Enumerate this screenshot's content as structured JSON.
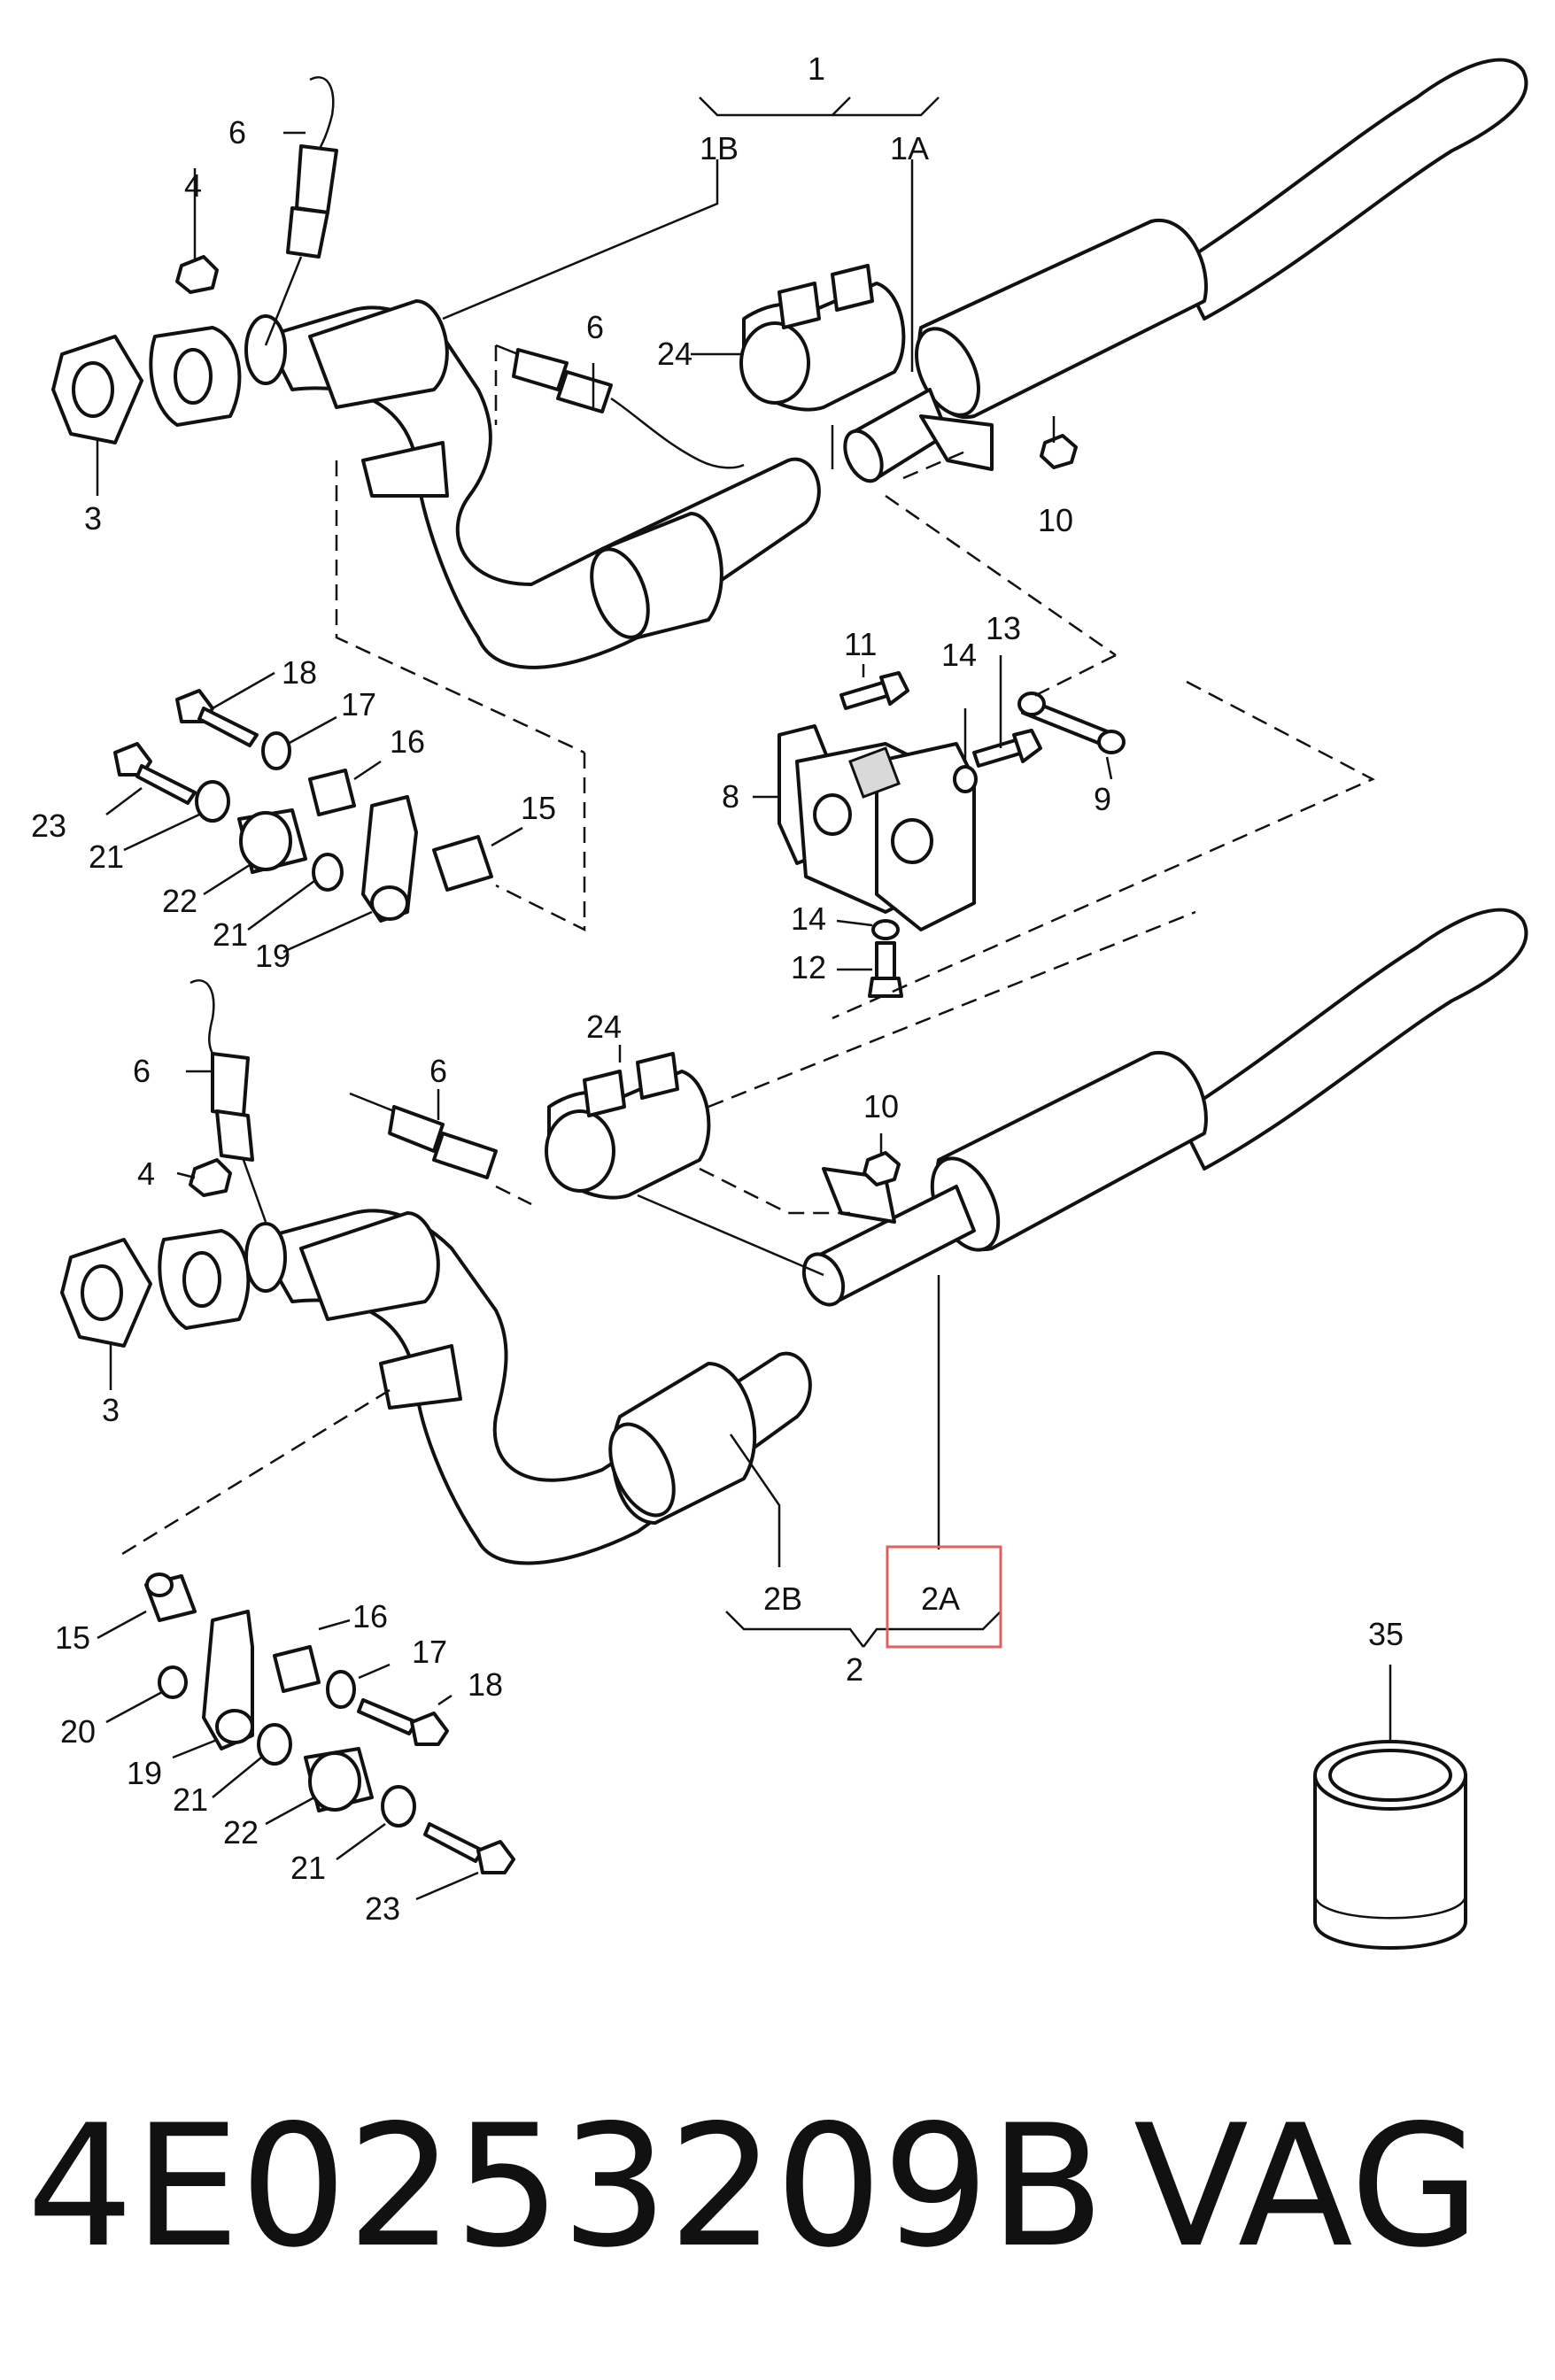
{
  "callouts": {
    "c1": "1",
    "c1B": "1B",
    "c1A": "1A",
    "c2": "2",
    "c2B": "2B",
    "c2A": "2A",
    "c3a": "3",
    "c3b": "3",
    "c4a": "4",
    "c4b": "4",
    "c6a": "6",
    "c6b": "6",
    "c6c": "6",
    "c6d": "6",
    "c8": "8",
    "c9": "9",
    "c10a": "10",
    "c10b": "10",
    "c11": "11",
    "c12": "12",
    "c13": "13",
    "c14a": "14",
    "c14b": "14",
    "c15a": "15",
    "c15b": "15",
    "c16a": "16",
    "c16b": "16",
    "c17a": "17",
    "c17b": "17",
    "c18a": "18",
    "c18b": "18",
    "c19a": "19",
    "c19b": "19",
    "c20": "20",
    "c21a": "21",
    "c21b": "21",
    "c21c": "21",
    "c21d": "21",
    "c22a": "22",
    "c22b": "22",
    "c23a": "23",
    "c23b": "23",
    "c24a": "24",
    "c24b": "24",
    "c35": "35"
  },
  "highlight": {
    "label": "2A",
    "color": "#e06060"
  },
  "footer": {
    "part_number": "4E0253209B",
    "brand": "VAG"
  }
}
